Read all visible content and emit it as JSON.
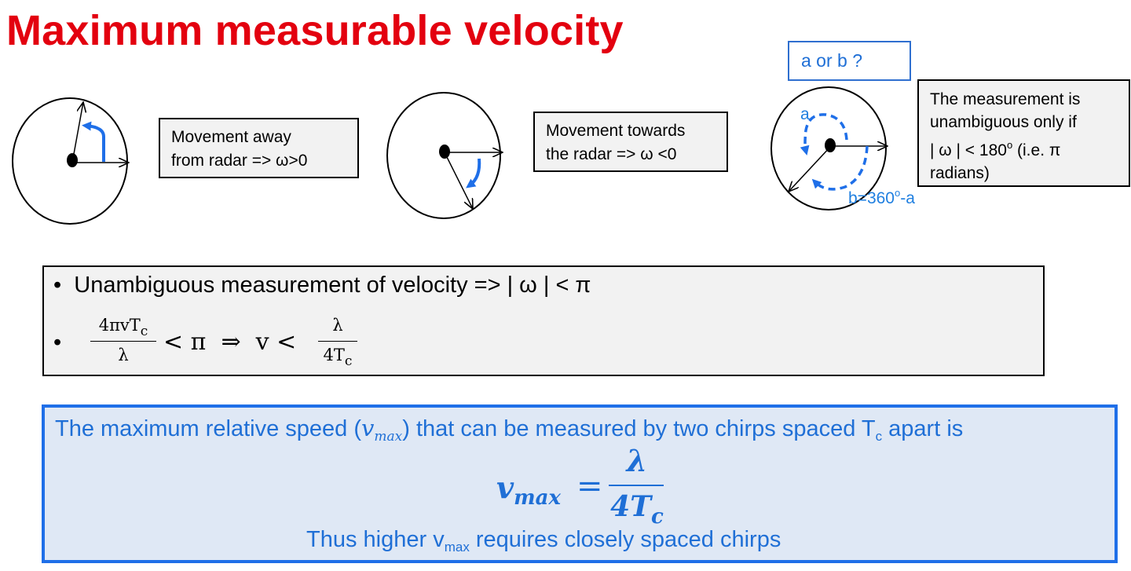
{
  "title": "Maximum measurable velocity",
  "notes": {
    "away": [
      "Movement away",
      "from radar => ω>0"
    ],
    "towards": [
      "Movement towards",
      "the radar => ω <0"
    ],
    "unambiguous": [
      "The measurement is",
      "unambiguous only if",
      "| ω | < 180",
      "o",
      " (i.e. π",
      "radians)"
    ]
  },
  "question": "a or b ?",
  "diagram_labels": {
    "a": "a",
    "b_prefix": "b=360",
    "b_sup": "o",
    "b_suffix": "-a"
  },
  "condition": {
    "line1": "Unambiguous measurement of velocity => | ω | < π",
    "bullet": "•",
    "lhs_num": "4πvT",
    "lhs_num_sub": "c",
    "lhs_den": "λ",
    "middle": "< π  ⇒  v <",
    "rhs_num": "λ",
    "rhs_den": "4T",
    "rhs_den_sub": "c"
  },
  "result": {
    "line1_a": "The maximum relative speed (",
    "line1_v": "v",
    "line1_sub": "max",
    "line1_b": ") that can be measured by two chirps spaced T",
    "line1_sub2": "c",
    "line1_c": " apart is",
    "eq_lhs": "v",
    "eq_lhs_sub": "max",
    "eq_equals": "=",
    "eq_num": "λ",
    "eq_den": "4T",
    "eq_den_sub": "c",
    "line3_a": "Thus higher v",
    "line3_sub": "max",
    "line3_b": " requires closely spaced chirps"
  },
  "colors": {
    "title": "#e3000f",
    "accent_blue": "#1f6fd6",
    "box_fill": "#f2f2f2",
    "result_fill": "#dfe8f5"
  }
}
